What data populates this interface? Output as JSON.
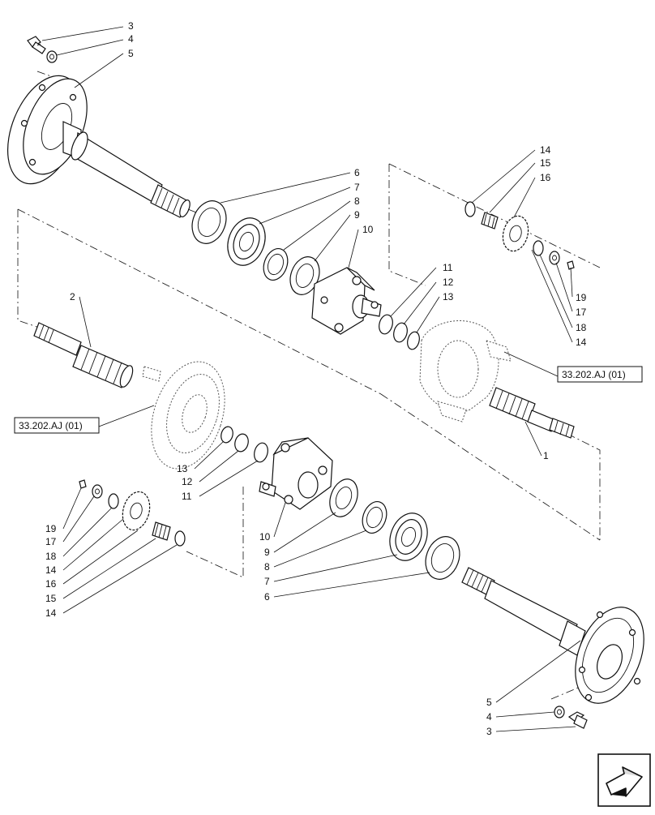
{
  "diagram": {
    "callouts_upper": [
      {
        "label": "3"
      },
      {
        "label": "4"
      },
      {
        "label": "5"
      },
      {
        "label": "6"
      },
      {
        "label": "7"
      },
      {
        "label": "8"
      },
      {
        "label": "9"
      },
      {
        "label": "10"
      },
      {
        "label": "14"
      },
      {
        "label": "15"
      },
      {
        "label": "16"
      },
      {
        "label": "19"
      },
      {
        "label": "17"
      },
      {
        "label": "18"
      },
      {
        "label": "14"
      },
      {
        "label": "11"
      },
      {
        "label": "12"
      },
      {
        "label": "13"
      },
      {
        "label": "2"
      },
      {
        "label": "1"
      }
    ],
    "callouts_lower": [
      {
        "label": "13"
      },
      {
        "label": "12"
      },
      {
        "label": "11"
      },
      {
        "label": "19"
      },
      {
        "label": "17"
      },
      {
        "label": "18"
      },
      {
        "label": "14"
      },
      {
        "label": "16"
      },
      {
        "label": "15"
      },
      {
        "label": "14"
      },
      {
        "label": "10"
      },
      {
        "label": "9"
      },
      {
        "label": "8"
      },
      {
        "label": "7"
      },
      {
        "label": "6"
      },
      {
        "label": "5"
      },
      {
        "label": "4"
      },
      {
        "label": "3"
      }
    ],
    "references": [
      {
        "label": "33.202.AJ (01)"
      },
      {
        "label": "33.202.AJ (01)"
      }
    ],
    "nav_icon": "next-page-arrow-icon"
  }
}
